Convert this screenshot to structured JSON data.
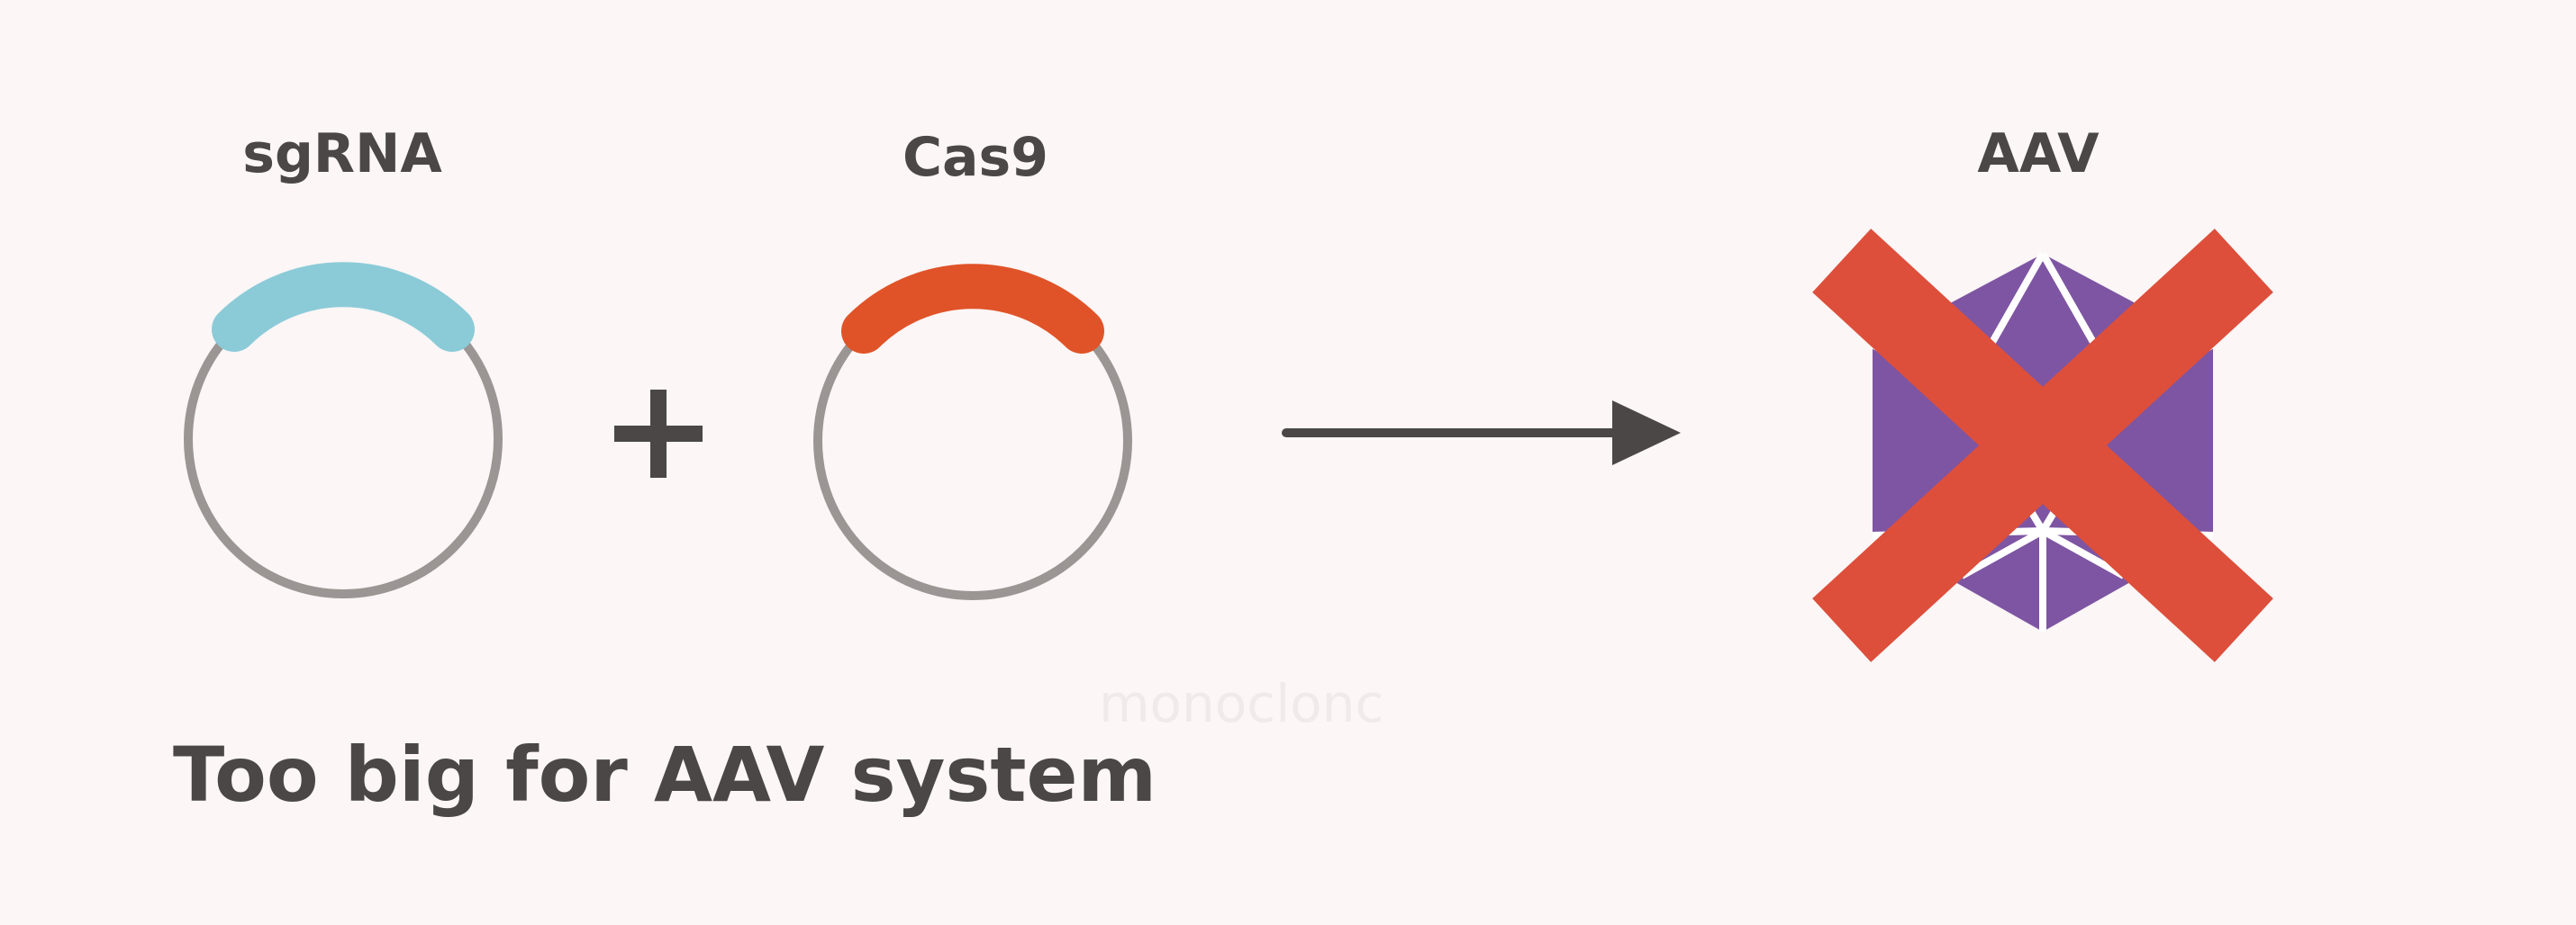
{
  "labels": {
    "sgrna": "sgRNA",
    "cas9": "Cas9",
    "aav": "AAV"
  },
  "caption": "Too big for AAV system",
  "watermark": "monoclonc",
  "colors": {
    "background": "#fcf6f6",
    "text": "#4b4747",
    "plasmid_ring": "#9b9593",
    "sgrna_insert": "#8bcbd8",
    "cas9_insert": "#e05328",
    "plus_sign": "#4b4747",
    "arrow": "#4b4747",
    "capsid_fill": "#7e55a3",
    "capsid_edges": "#ffffff",
    "cross": "#dd4f3b"
  },
  "icons": {
    "plasmid_sgrna": "plasmid-icon",
    "plasmid_cas9": "plasmid-icon",
    "plus": "plus-icon",
    "arrow": "arrow-right-icon",
    "aav_capsid": "aav-capsid-icon",
    "cross": "cross-icon"
  }
}
